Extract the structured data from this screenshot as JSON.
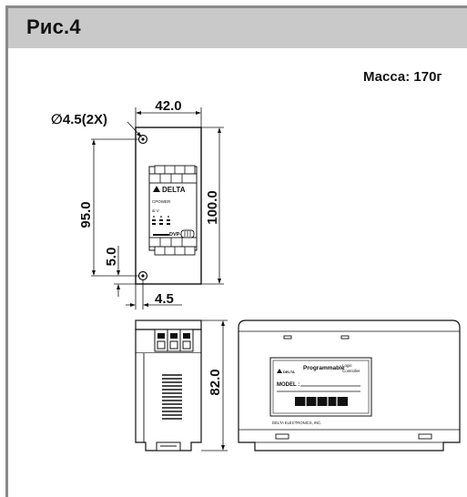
{
  "header": {
    "title": "Рис.4"
  },
  "mass_label": "Масса: 170г",
  "dimensions": {
    "hole_diameter": "∅4.5(2X)",
    "width": "42.0",
    "height_total": "100.0",
    "hole_spacing": "95.0",
    "hole_offset": "5.0",
    "hole_edge": "4.5",
    "depth": "82.0"
  },
  "front_panel": {
    "brand": "DELTA",
    "led_power": "CPOWER",
    "led_group": "ai V",
    "dvp_label": "DVP-"
  },
  "side_label": {
    "title": "Programmable",
    "subtitle1": "Logic",
    "subtitle2": "Controller",
    "model_field": "MODEL :",
    "company": "DELTA ELECTRONICS, INC."
  }
}
